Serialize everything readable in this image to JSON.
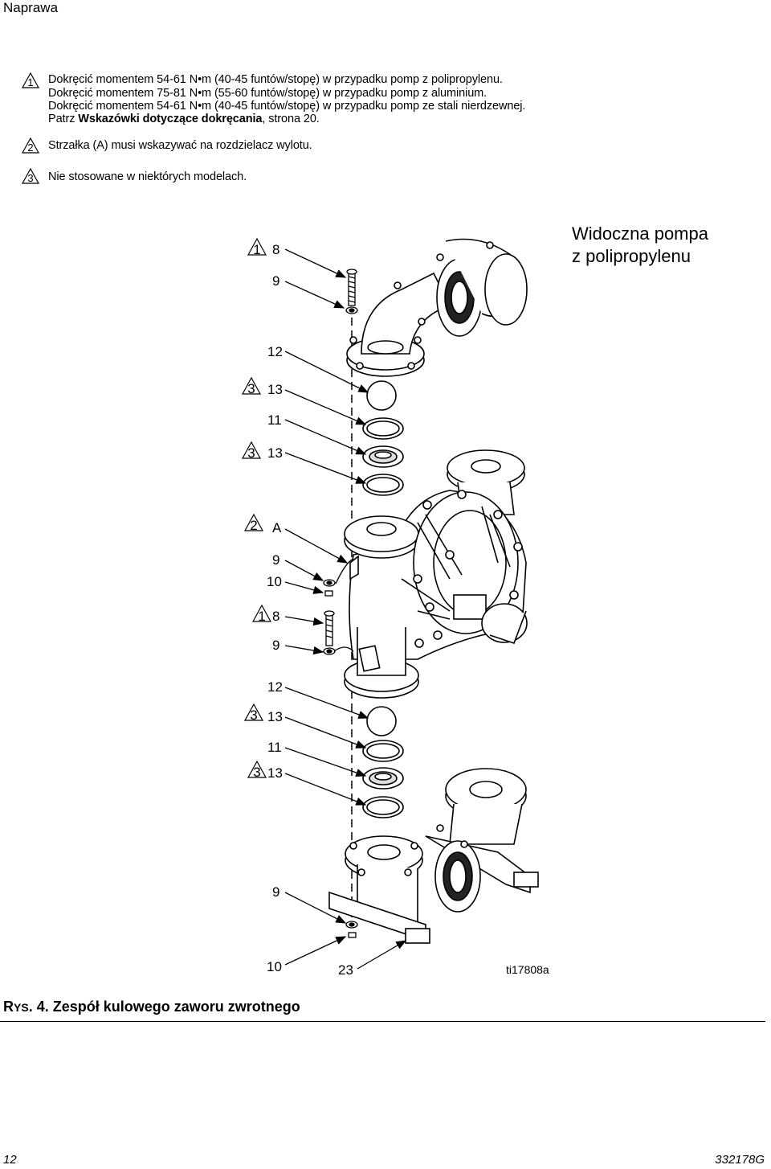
{
  "header": {
    "section": "Naprawa"
  },
  "notes": [
    {
      "marker": "1",
      "lines": [
        "Dokręcić momentem 54-61 N•m (40-45 funtów/stopę) w przypadku pomp z polipropylenu.",
        "Dokręcić momentem 75-81 N•m (55-60 funtów/stopę) w przypadku pomp z aluminium.",
        "Dokręcić momentem 54-61 N•m (40-45 funtów/stopę) w przypadku pomp ze stali nierdzewnej."
      ],
      "ref_prefix": "Patrz ",
      "ref_bold": "Wskazówki dotyczące dokręcania",
      "ref_suffix": ", strona 20."
    },
    {
      "marker": "2",
      "text": "Strzałka (A) musi wskazywać na rozdzielacz wylotu."
    },
    {
      "marker": "3",
      "text": "Nie stosowane w niektórych modelach."
    }
  ],
  "diagram": {
    "side_title_line1": "Widoczna pompa",
    "side_title_line2": "z polipropylenu",
    "labels": {
      "l8a": "8",
      "l9a": "9",
      "l12a": "12",
      "l13a": "13",
      "l11a": "11",
      "l13b": "13",
      "lA": "A",
      "l9b": "9",
      "l10a": "10",
      "l8b": "8",
      "l9c": "9",
      "l12b": "12",
      "l13c": "13",
      "l11b": "11",
      "l13d": "13",
      "l9d": "9",
      "l10b": "10",
      "l23": "23"
    },
    "markers": {
      "m1": "1",
      "m2": "2",
      "m3": "3"
    },
    "drawing_id": "ti17808a"
  },
  "figure": {
    "prefix_big": "R",
    "prefix_small": "YS",
    "rest": ". 4. Zespół kulowego zaworu zwrotnego"
  },
  "footer": {
    "page": "12",
    "doc": "332178G"
  }
}
